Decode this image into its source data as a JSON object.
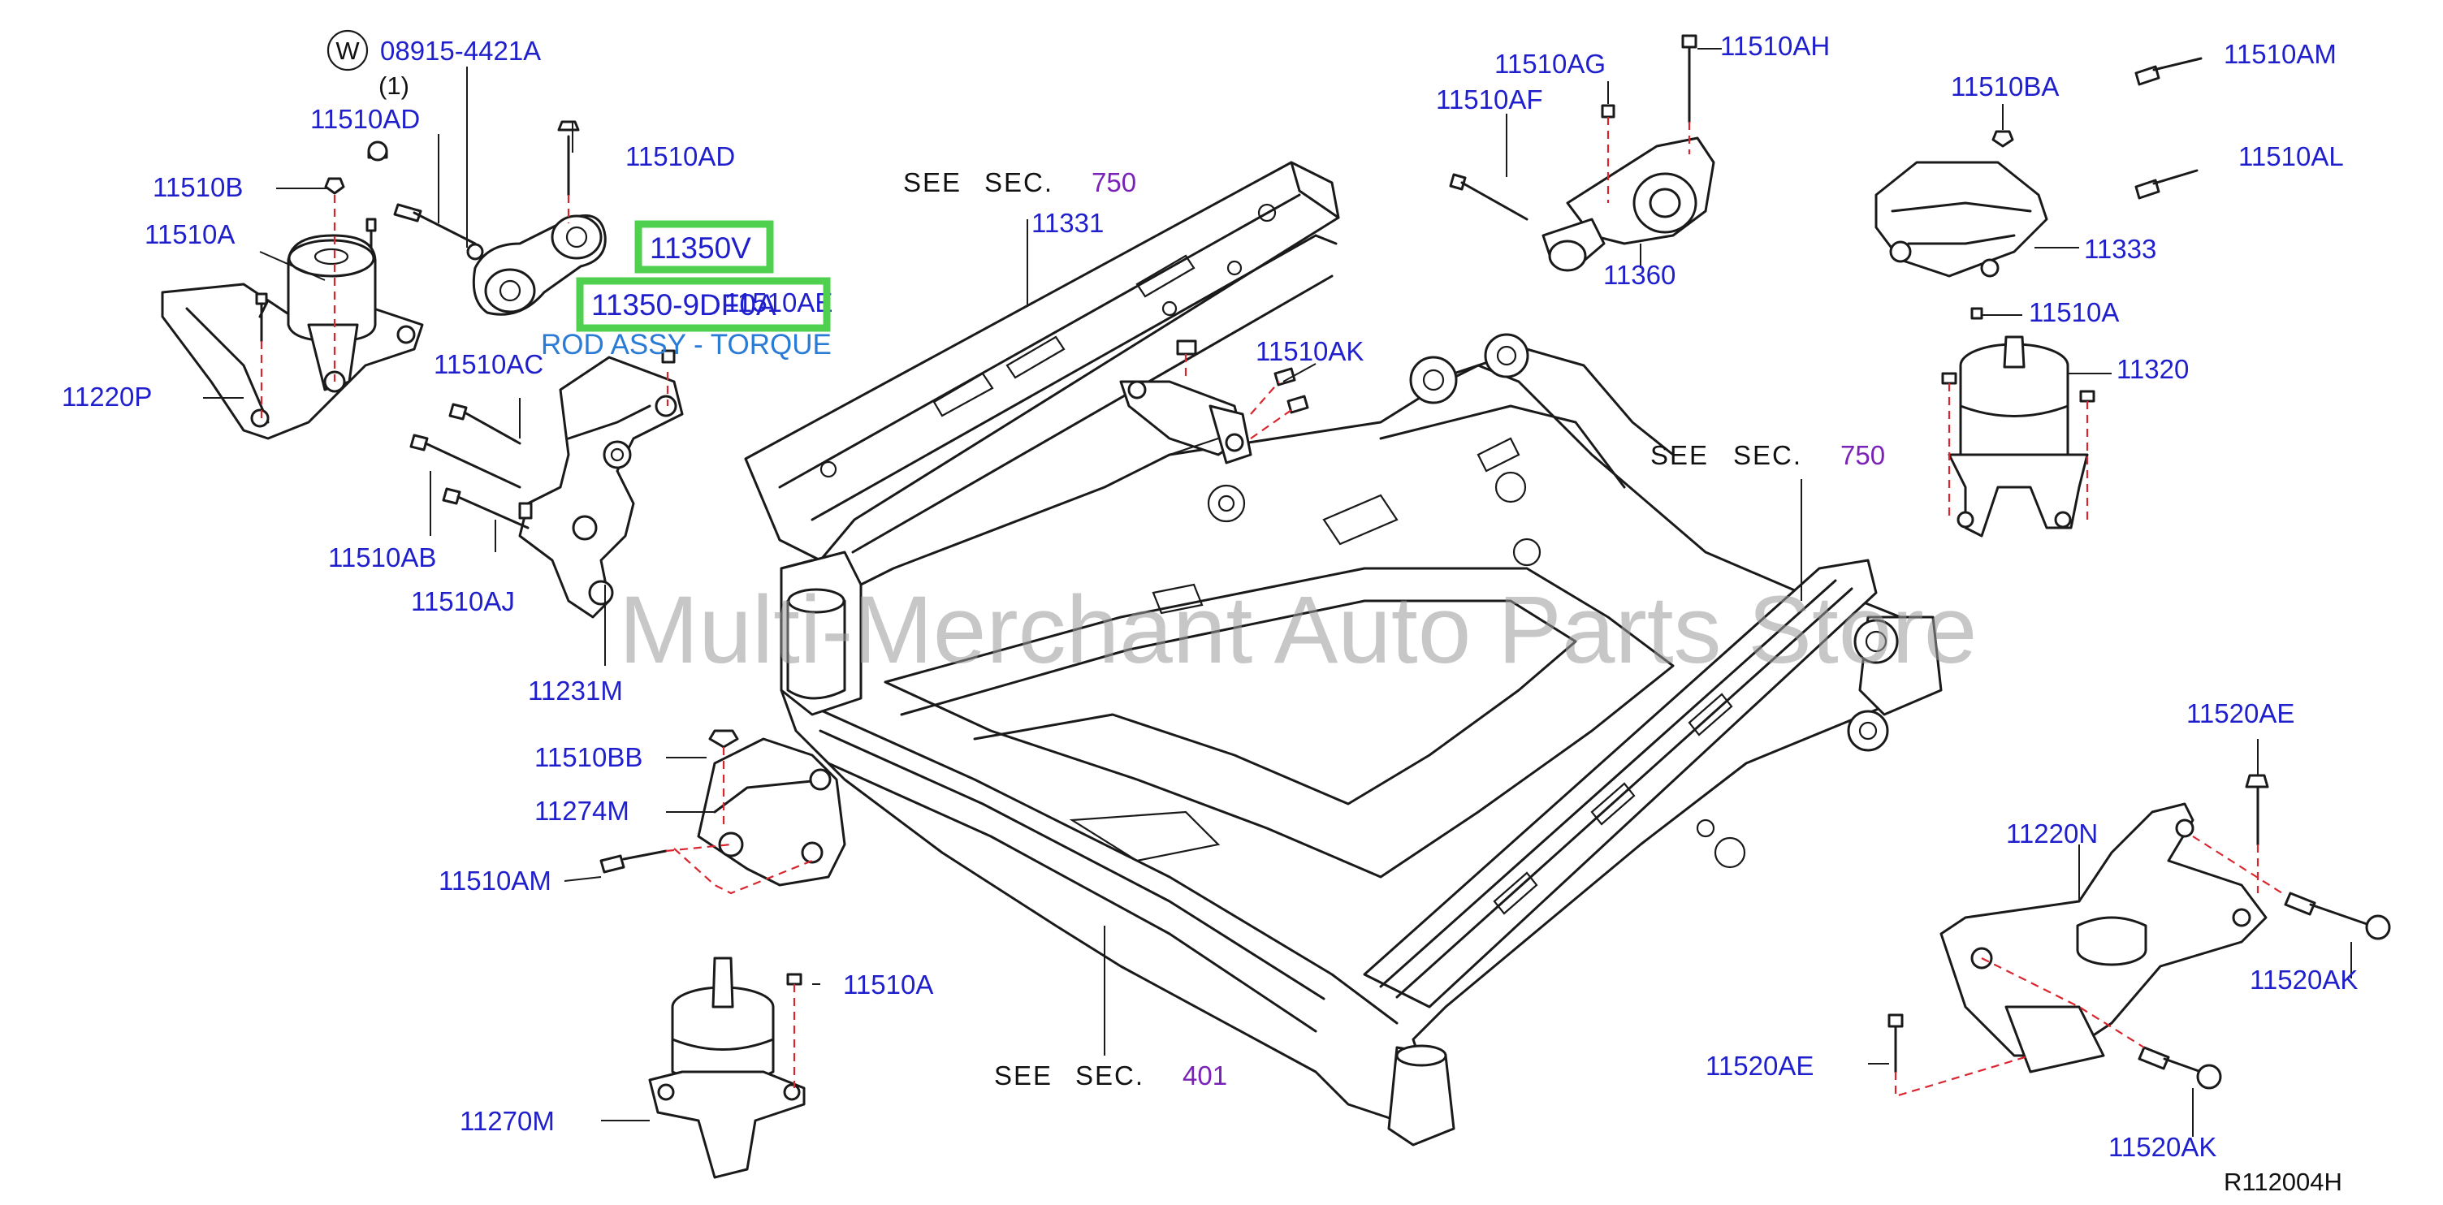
{
  "diagram": {
    "watermark": "Multi-Merchant Auto Parts Store",
    "drawing_code": "R112004H",
    "code_marker": "W",
    "code_marker_part": "08915-4421A",
    "code_marker_qty": "(1)",
    "ref_see": "SEE",
    "ref_sec": "SEC.",
    "ref_750_a": "750",
    "ref_750_b": "750",
    "ref_401": "401",
    "highlight_part_a": "11350V",
    "highlight_part_b": "11350-9DF0A",
    "highlight_desc": "ROD ASSY - TORQUE",
    "overlap_label": "11510AE",
    "labels": {
      "p11510AD_a": "11510AD",
      "p11510AD_b": "11510AD",
      "p11510B": "11510B",
      "p11510A_a": "11510A",
      "p11220P": "11220P",
      "p11510AC": "11510AC",
      "p11510AB": "11510AB",
      "p11510AJ": "11510AJ",
      "p11231M": "11231M",
      "p11510BB": "11510BB",
      "p11274M": "11274M",
      "p11510AM_a": "11510AM",
      "p11270M": "11270M",
      "p11510A_b": "11510A",
      "p11331": "11331",
      "p11510AK": "11510AK",
      "p11510AG": "11510AG",
      "p11510AF": "11510AF",
      "p11510AH": "11510AH",
      "p11360": "11360",
      "p11510BA": "11510BA",
      "p11510AM_b": "11510AM",
      "p11510AL": "11510AL",
      "p11333": "11333",
      "p11510A_c": "11510A",
      "p11320": "11320",
      "p11520AE_a": "11520AE",
      "p11220N": "11220N",
      "p11520AK_a": "11520AK",
      "p11520AE_b": "11520AE",
      "p11520AK_b": "11520AK"
    }
  }
}
